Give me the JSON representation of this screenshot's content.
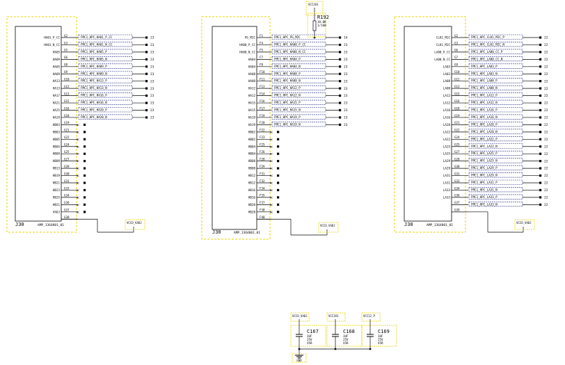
{
  "connectors": [
    {
      "ref": "J30",
      "part": "AMP_1364801_01",
      "left_labels": [
        "HA01_P_CC",
        "HA01_N_CC",
        "HA05",
        "HA09",
        "HA05",
        "HA09",
        "HA13",
        "HA13",
        "HA17",
        "HA21",
        "HA25",
        "HA29",
        "HB03",
        "HB03",
        "HB05",
        "HB05",
        "HB09",
        "HB09",
        "HB13",
        "HB19",
        "HB21",
        "HB23",
        "HB25",
        "HB21",
        "VADJ"
      ],
      "pin_numbers": [
        "G2",
        "G3",
        "G5",
        "G6",
        "G8",
        "G9",
        "G10",
        "G12",
        "G13",
        "G15",
        "G16",
        "G18",
        "G19",
        "G21",
        "G22",
        "G24",
        "G25",
        "G27",
        "G28",
        "G30",
        "G31",
        "G33",
        "G34",
        "G36",
        "G37",
        "G38"
      ],
      "net_labels": [
        "FMC1_HPC_HA01_P_CC",
        "FMC1_HPC_HA01_N_CC",
        "FMC1_HPC_HA05_P",
        "FMC1_HPC_HA05_N",
        "FMC1_HPC_HA09_P",
        "FMC1_HPC_HA09_N",
        "FMC1_HPC_HA13_P",
        "FMC1_HPC_HA13_N",
        "FMC1_HPC_HA16_P",
        "FMC1_HPC_HA16_N",
        "FMC1_HPC_HA20_P",
        "FMC1_HPC_HA20_N"
      ],
      "net_pages": [
        "23",
        "23",
        "23",
        "23",
        "23",
        "23",
        "23",
        "23",
        "23",
        "23",
        "23",
        "23"
      ],
      "nc_label": "NC",
      "power_port": "VCCO_VADJ"
    },
    {
      "ref": "J30",
      "part": "AMP_1364801_01",
      "left_labels": [
        "PG_M2C",
        "HA00_P_CC",
        "HA00_N_CC",
        "HA04",
        "HA04",
        "HA08",
        "HA08",
        "HA12",
        "HA12",
        "HA15",
        "HA15",
        "HA19",
        "HA19",
        "HB02",
        "HB02",
        "HB04",
        "HB04",
        "HB08",
        "HB08",
        "HB12",
        "HB12",
        "HB16",
        "HB16",
        "HB20",
        "HB20"
      ],
      "pin_numbers": [
        "F1",
        "F4",
        "F5",
        "F7",
        "F8",
        "F10",
        "F11",
        "F13",
        "F14",
        "F16",
        "F17",
        "F19",
        "F20",
        "F22",
        "F23",
        "F25",
        "F26",
        "F28",
        "F29",
        "F31",
        "F32",
        "F34",
        "F35",
        "F37",
        "F38",
        "F40"
      ],
      "net_labels": [
        "FMC1_HPC_PG_M2C",
        "FMC1_HPC_HA00_P_CC",
        "FMC1_HPC_HA00_N_CC",
        "FMC1_HPC_HA04_P",
        "FMC1_HPC_HA04_N",
        "FMC1_HPC_HA08_P",
        "FMC1_HPC_HA08_N",
        "FMC1_HPC_HA12_P",
        "FMC1_HPC_HA12_N",
        "FMC1_HPC_HA15_P",
        "FMC1_HPC_HA15_N",
        "FMC1_HPC_HA19_P",
        "FMC1_HPC_HA19_N"
      ],
      "net_pages": [
        "14",
        "23",
        "23",
        "23",
        "23",
        "23",
        "23",
        "23",
        "23",
        "23",
        "23",
        "23",
        "23"
      ],
      "nc_label": "NC",
      "power_port": "VCCO_VADJ",
      "resistor": {
        "ref": "R192",
        "value1": "10.0K",
        "value2": "1/16W",
        "rail": "VCC3V3"
      }
    },
    {
      "ref": "J30",
      "part": "AMP_1364801_01",
      "left_labels": [
        "CLK1_M2C",
        "CLK1_M2C",
        "LA00_P_CC",
        "LA00_N_CC",
        "LA03",
        "LA03",
        "LA08",
        "LA08",
        "LA12",
        "LA12",
        "LA16",
        "LA16",
        "LA20",
        "LA22",
        "LA22",
        "LA25",
        "LA25",
        "LA29",
        "LA29",
        "LA31",
        "LA31",
        "LA33",
        "LA33"
      ],
      "pin_numbers": [
        "G2",
        "G3",
        "G6",
        "G7",
        "G9",
        "G10",
        "G12",
        "G13",
        "G15",
        "G16",
        "G18",
        "G19",
        "G21",
        "G22",
        "G24",
        "G25",
        "G27",
        "G28",
        "G30",
        "G31",
        "G33",
        "G34",
        "G36",
        "G37",
        "G39"
      ],
      "net_labels": [
        "FMC1_HPC_CLK1_M2C_P",
        "FMC1_HPC_CLK1_M2C_N",
        "FMC1_HPC_LA00_CC_P",
        "FMC1_HPC_LA00_CC_N",
        "FMC1_HPC_LA03_P",
        "FMC1_HPC_LA03_N",
        "FMC1_HPC_LA08_P",
        "FMC1_HPC_LA08_N",
        "FMC1_HPC_LA12_P",
        "FMC1_HPC_LA12_N",
        "FMC1_HPC_LA16_P",
        "FMC1_HPC_LA16_N",
        "FMC1_HPC_LA20_P",
        "FMC1_HPC_LA20_N",
        "FMC1_HPC_LA22_P",
        "FMC1_HPC_LA22_N",
        "FMC1_HPC_LA25_P",
        "FMC1_HPC_LA25_N",
        "FMC1_HPC_LA29_P",
        "FMC1_HPC_LA29_N",
        "FMC1_HPC_LA31_P",
        "FMC1_HPC_LA31_N",
        "FMC1_HPC_LA33_P",
        "FMC1_HPC_LA33_N"
      ],
      "net_pages": [
        "22",
        "22",
        "22",
        "22",
        "22",
        "22",
        "22",
        "22",
        "22",
        "22",
        "22",
        "22",
        "22",
        "22",
        "22",
        "22",
        "22",
        "22",
        "22",
        "22",
        "22",
        "22",
        "22",
        "22"
      ],
      "power_port": "VCCO_VADJ"
    }
  ],
  "capacitors": [
    {
      "rail": "VCCO_VADJ",
      "ref": "C167",
      "v1": "1UF",
      "v2": "25V",
      "v3": "X5R"
    },
    {
      "rail": "VCC3V3",
      "ref": "C168",
      "v1": "1UF",
      "v2": "25V",
      "v3": "X5R"
    },
    {
      "rail": "VCC12_P",
      "ref": "C169",
      "v1": "1UF",
      "v2": "25V",
      "v3": "X5R"
    }
  ],
  "ground_label": "GND"
}
